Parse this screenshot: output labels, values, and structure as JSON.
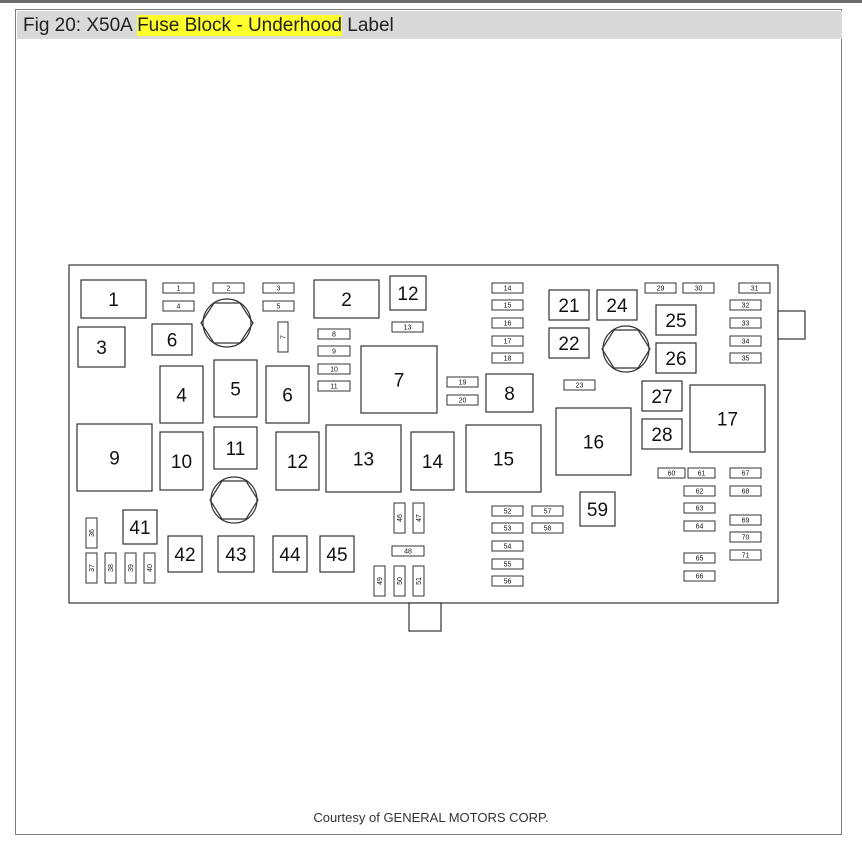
{
  "header": {
    "prefix": "Fig 20: X50A ",
    "highlight": "Fuse Block - Underhood",
    "suffix": " Label",
    "highlight_color": "#ffff2b"
  },
  "footer": {
    "courtesy": "Courtesy of GENERAL MOTORS CORP."
  },
  "diagram": {
    "large_labels": [
      "1",
      "2",
      "3",
      "4",
      "5",
      "6",
      "6",
      "7",
      "8",
      "9",
      "10",
      "11",
      "12",
      "12",
      "13",
      "14",
      "15",
      "16",
      "17",
      "21",
      "22",
      "24",
      "25",
      "26",
      "27",
      "28",
      "41",
      "42",
      "43",
      "44",
      "45",
      "59"
    ],
    "small_labels": [
      "1",
      "2",
      "3",
      "4",
      "5",
      "7",
      "8",
      "9",
      "10",
      "11",
      "13",
      "14",
      "15",
      "16",
      "17",
      "18",
      "19",
      "20",
      "23",
      "29",
      "30",
      "31",
      "32",
      "33",
      "34",
      "35",
      "36",
      "37",
      "38",
      "39",
      "40",
      "46",
      "47",
      "48",
      "49",
      "50",
      "51",
      "52",
      "53",
      "54",
      "55",
      "56",
      "57",
      "58",
      "60",
      "61",
      "62",
      "63",
      "64",
      "65",
      "66",
      "67",
      "68",
      "69",
      "70",
      "71"
    ]
  }
}
